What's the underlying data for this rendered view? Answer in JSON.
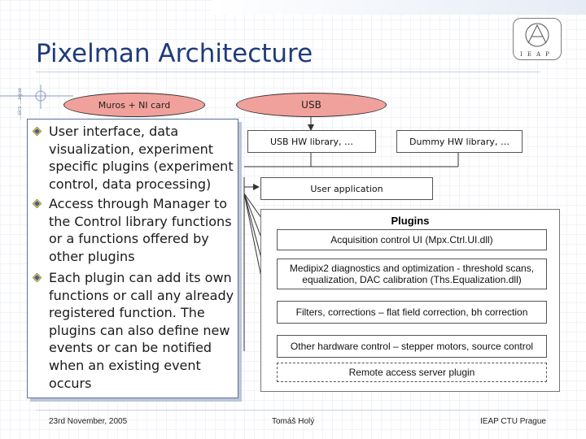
{
  "slide": {
    "title": "Pixelman Architecture",
    "side_text": "...sics ...ague",
    "logo_letters": "IEAP"
  },
  "diagram": {
    "muros": "Muros + NI card",
    "usb": "USB",
    "usb_hw": "USB HW library, …",
    "dummy_hw": "Dummy HW library, …",
    "user_app": "User application",
    "plugins_title": "Plugins",
    "plugins": [
      "Acquisition control UI (Mpx.Ctrl.UI.dll)",
      "Medipix2 diagnostics and optimization - threshold scans, equalization, DAC calibration (Ths.Equalization.dll)",
      "Filters, corrections – flat field correction, bh correction",
      "Other hardware control – stepper motors, source control",
      "Remote access server plugin"
    ]
  },
  "bullets": [
    "User interface, data visualization, experiment specific plugins (experiment control, data processing)",
    "Access through Manager to the Control library functions or a functions offered by other plugins",
    "Each plugin can add its own functions or call any already registered function. The plugins can also define new events or can be notified when an existing event occurs"
  ],
  "footer": {
    "date": "23rd November, 2005",
    "author": "Tomáš Holý",
    "institute": "IEAP CTU Prague"
  },
  "colors": {
    "title": "#1f3b7a",
    "ellipse_fill": "#f1a19b",
    "panel_border": "#5a6f9c"
  }
}
